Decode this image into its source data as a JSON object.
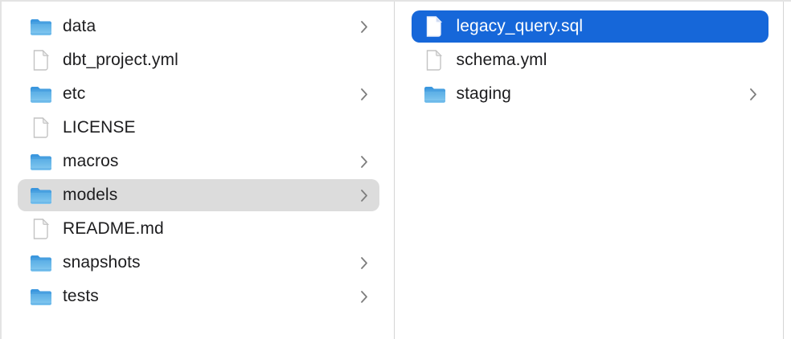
{
  "app": "finder-column-view",
  "colors": {
    "selection_blue": "#1667d9",
    "selection_gray": "#dcdcdc",
    "text": "#1d1d1f",
    "text_selected": "#ffffff",
    "chevron": "#7d7d7d",
    "divider": "#d5d5d5",
    "window_border": "#e3e3e3",
    "background": "#ffffff",
    "folder_blue_top": "#3b97de",
    "folder_blue_body": "#6ebbea"
  },
  "columns": [
    {
      "name": "project-root-column",
      "items": [
        {
          "label": "data",
          "icon": "folder-icon",
          "chevron": true,
          "selected": "none"
        },
        {
          "label": "dbt_project.yml",
          "icon": "file-icon",
          "chevron": false,
          "selected": "none"
        },
        {
          "label": "etc",
          "icon": "folder-icon",
          "chevron": true,
          "selected": "none"
        },
        {
          "label": "LICENSE",
          "icon": "file-icon",
          "chevron": false,
          "selected": "none"
        },
        {
          "label": "macros",
          "icon": "folder-icon",
          "chevron": true,
          "selected": "none"
        },
        {
          "label": "models",
          "icon": "folder-icon",
          "chevron": true,
          "selected": "gray"
        },
        {
          "label": "README.md",
          "icon": "file-icon",
          "chevron": false,
          "selected": "none"
        },
        {
          "label": "snapshots",
          "icon": "folder-icon",
          "chevron": true,
          "selected": "none"
        },
        {
          "label": "tests",
          "icon": "folder-icon",
          "chevron": true,
          "selected": "none"
        }
      ]
    },
    {
      "name": "models-contents-column",
      "items": [
        {
          "label": "legacy_query.sql",
          "icon": "file-icon",
          "chevron": false,
          "selected": "blue"
        },
        {
          "label": "schema.yml",
          "icon": "file-icon",
          "chevron": false,
          "selected": "none"
        },
        {
          "label": "staging",
          "icon": "folder-icon",
          "chevron": true,
          "selected": "none"
        }
      ]
    }
  ]
}
